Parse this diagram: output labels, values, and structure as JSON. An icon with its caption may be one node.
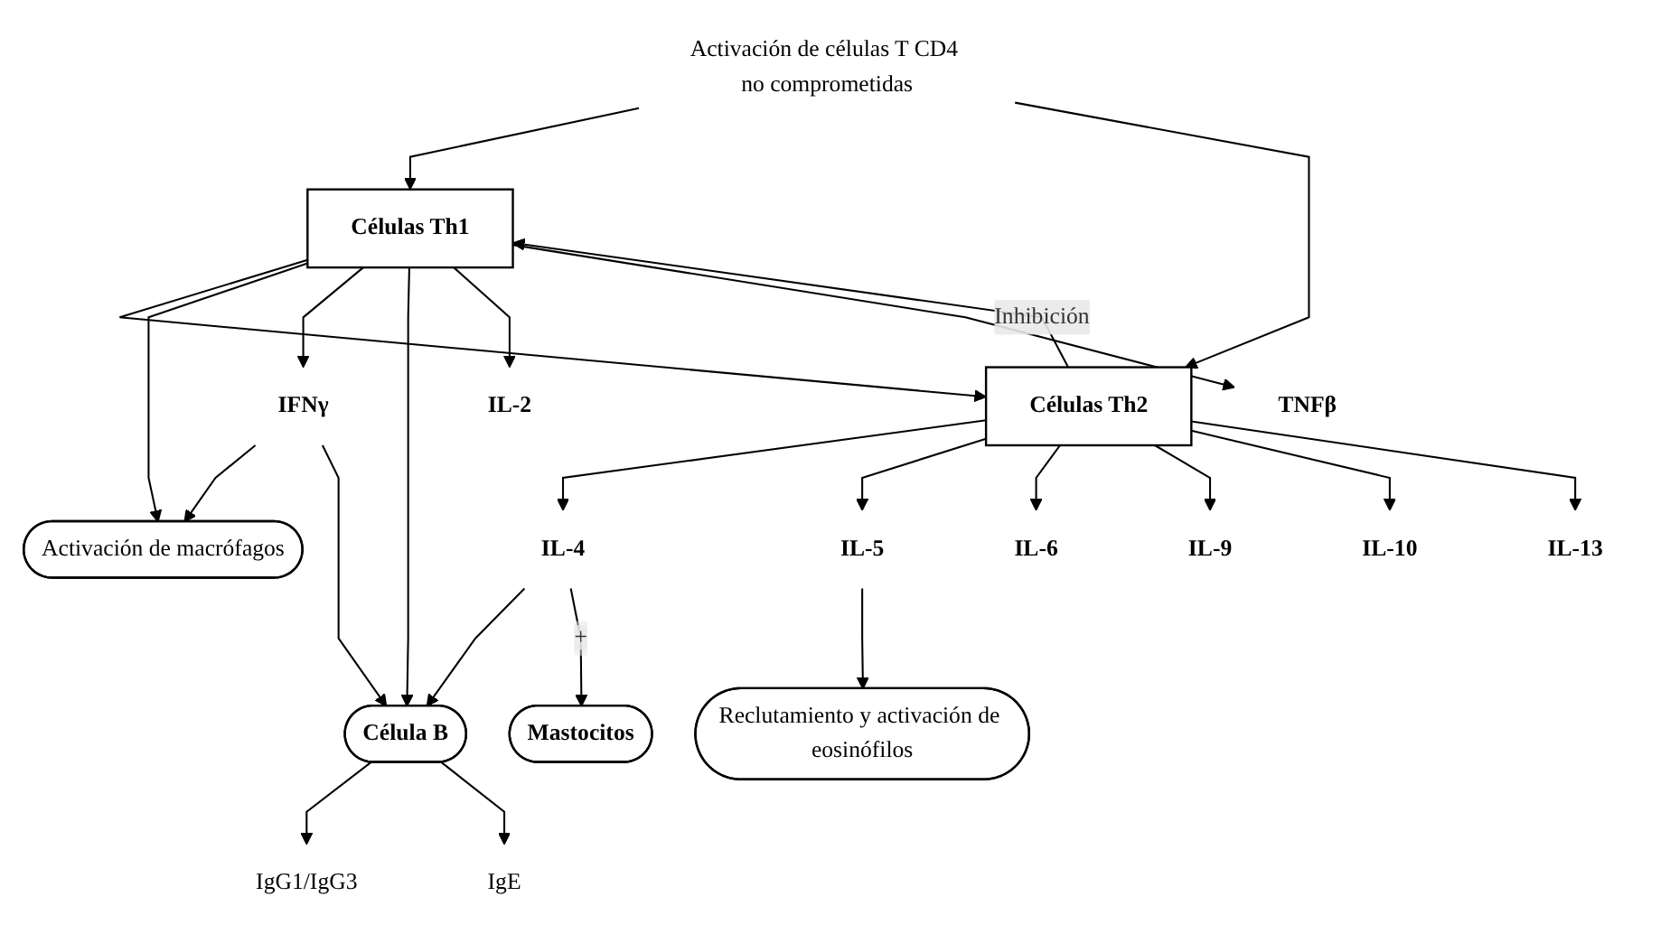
{
  "diagram": {
    "nodes": [
      {
        "text": [
          "Activación de células T CD4 no comprometidas"
        ]
      },
      {
        "text": [
          "Células Th1"
        ]
      },
      {
        "text": [
          "Células Th2"
        ]
      },
      {
        "text": [
          "IFNγ"
        ]
      },
      {
        "text": [
          "TNFβ"
        ]
      },
      {
        "text": [
          "IL-2"
        ]
      },
      {
        "text": [
          "Activación de macrófagos"
        ]
      },
      {
        "text": [
          "Célula B"
        ]
      },
      {
        "text": [
          "IgG1/IgG3"
        ]
      },
      {
        "text": [
          "IgE"
        ]
      },
      {
        "text": [
          "IL-13"
        ]
      },
      {
        "text": [
          "IL-10"
        ]
      },
      {
        "text": [
          "IL-9"
        ]
      },
      {
        "text": [
          "IL-6"
        ]
      },
      {
        "text": [
          "IL-4"
        ]
      },
      {
        "text": [
          "IL-5"
        ]
      },
      {
        "text": [
          "Mastocitos"
        ]
      },
      {
        "text": [
          "Reclutamiento y activación de eosinófilos"
        ]
      }
    ],
    "edges": [
      {
        "from": 0,
        "to": 1,
        "arrow": "to"
      },
      {
        "from": 0,
        "to": 2,
        "arrow": "to"
      },
      {
        "from": 1,
        "to": 2,
        "arrow": "to"
      },
      {
        "from": 2,
        "to": 1,
        "arrow": "to",
        "label": "Inhibición"
      },
      {
        "from": 1,
        "to": 6,
        "arrow": "to"
      },
      {
        "from": 1,
        "to": 3,
        "arrow": "to"
      },
      {
        "from": 1,
        "to": 7,
        "arrow": "to"
      },
      {
        "from": 1,
        "to": 5,
        "arrow": "to"
      },
      {
        "from": 1,
        "to": 4,
        "arrow": "to"
      },
      {
        "from": 3,
        "to": 6,
        "arrow": "to"
      },
      {
        "from": 3,
        "to": 7,
        "arrow": "to"
      },
      {
        "from": 7,
        "to": 8,
        "arrow": "to"
      },
      {
        "from": 7,
        "to": 9,
        "arrow": "to"
      },
      {
        "from": 2,
        "to": 14,
        "arrow": "to"
      },
      {
        "from": 2,
        "to": 15,
        "arrow": "to"
      },
      {
        "from": 2,
        "to": 13,
        "arrow": "to"
      },
      {
        "from": 2,
        "to": 12,
        "arrow": "to"
      },
      {
        "from": 2,
        "to": 11,
        "arrow": "to"
      },
      {
        "from": 2,
        "to": 10,
        "arrow": "to"
      },
      {
        "from": 14,
        "to": 7,
        "arrow": "to"
      },
      {
        "from": 14,
        "to": 16,
        "arrow": "to",
        "label": "+"
      },
      {
        "from": 15,
        "to": 17,
        "arrow": "to"
      }
    ]
  }
}
